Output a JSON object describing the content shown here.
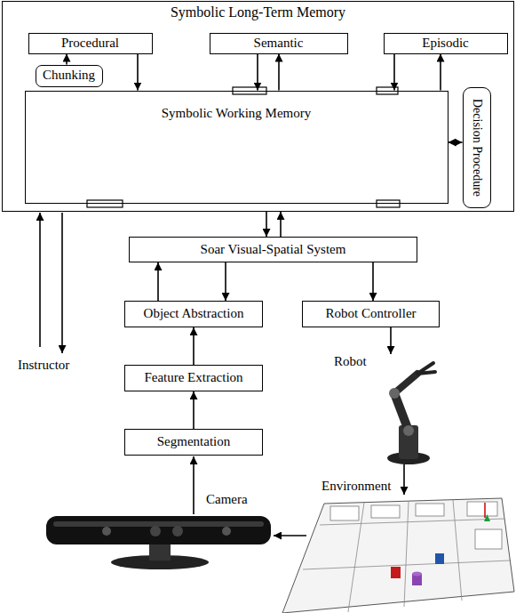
{
  "diagram": {
    "nodes": [
      {
        "text": [
          "Symbolic Long-Term Memory"
        ]
      },
      {
        "text": [
          "Procedural"
        ],
        "in": 0
      },
      {
        "text": [
          "Semantic"
        ],
        "in": 0
      },
      {
        "text": [
          "Episodic"
        ],
        "in": 0
      },
      {
        "text": [
          "Chunking"
        ],
        "in": 0
      },
      {
        "text": [
          "Symbolic Working Memory"
        ],
        "in": 0
      },
      {
        "text": [
          "Decision Procedure"
        ],
        "in": 0
      },
      {
        "text": [
          "Soar Visual-Spatial System"
        ]
      },
      {
        "text": [
          "Object Abstraction"
        ]
      },
      {
        "text": [
          "Robot Controller"
        ]
      },
      {
        "text": [
          "Feature Extraction"
        ]
      },
      {
        "text": [
          "Segmentation"
        ]
      }
    ],
    "edges": [
      {
        "from": 1,
        "to": 5,
        "arrow": "to"
      },
      {
        "from": 4,
        "to": 1,
        "arrow": "to"
      },
      {
        "from": 2,
        "to": 5,
        "arrow": "to"
      },
      {
        "from": 5,
        "to": 2,
        "arrow": "to"
      },
      {
        "from": 3,
        "to": 5,
        "arrow": "to"
      },
      {
        "from": 5,
        "to": 3,
        "arrow": "to"
      },
      {
        "from": 6,
        "to": 5,
        "arrow": "both"
      },
      {
        "from": 0,
        "to": 7,
        "arrow": "to"
      },
      {
        "from": 7,
        "to": 0,
        "arrow": "to"
      },
      {
        "from": 8,
        "to": 7,
        "arrow": "to"
      },
      {
        "from": 7,
        "to": 8,
        "arrow": "to"
      },
      {
        "from": 7,
        "to": 9,
        "arrow": "to"
      },
      {
        "from": 10,
        "to": 8,
        "arrow": "to"
      },
      {
        "from": 11,
        "to": 10,
        "arrow": "to"
      }
    ],
    "labels": [
      "Instructor",
      "Robot",
      "Environment",
      "Camera"
    ]
  }
}
